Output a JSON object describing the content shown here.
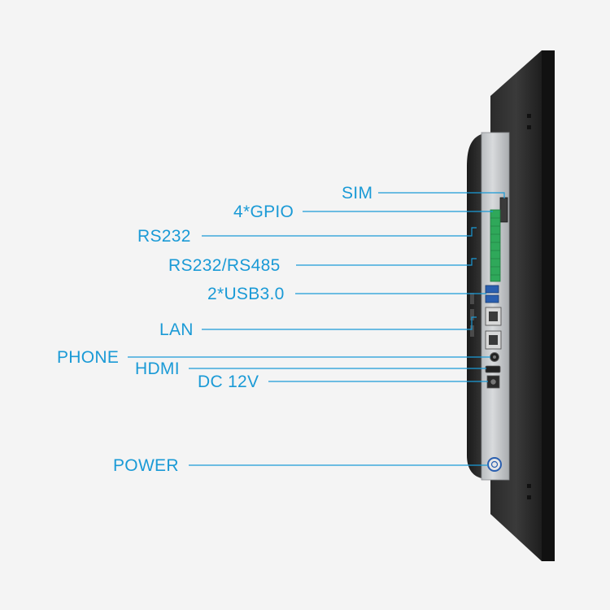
{
  "accent_color": "#1a9ad6",
  "ports": [
    {
      "id": "sim",
      "label": "SIM"
    },
    {
      "id": "gpio",
      "label": "4*GPIO"
    },
    {
      "id": "rs232",
      "label": "RS232"
    },
    {
      "id": "rs232-rs485",
      "label": "RS232/RS485"
    },
    {
      "id": "usb",
      "label": "2*USB3.0"
    },
    {
      "id": "lan",
      "label": "LAN"
    },
    {
      "id": "phone",
      "label": "PHONE"
    },
    {
      "id": "hdmi",
      "label": "HDMI"
    },
    {
      "id": "dc",
      "label": "DC 12V"
    },
    {
      "id": "power",
      "label": "POWER"
    }
  ]
}
